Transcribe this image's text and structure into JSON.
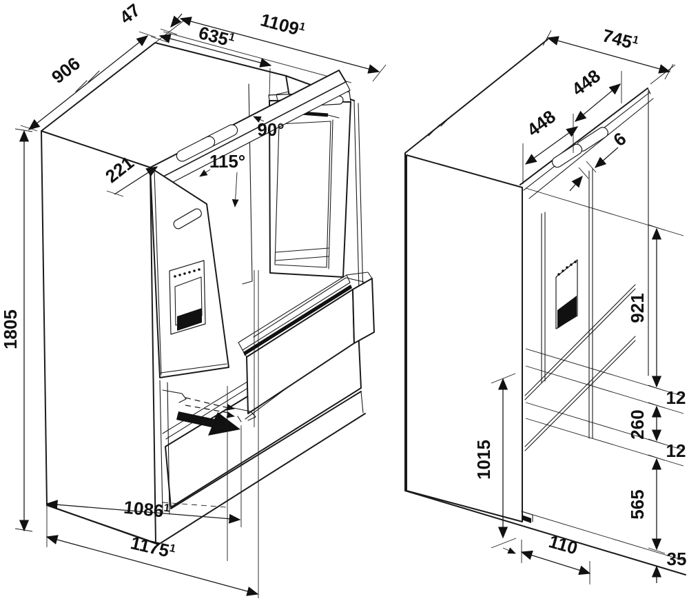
{
  "page": {
    "title": "Refrigerator installation dimension drawing",
    "background": "#ffffff",
    "line_color": "#1a1a1a",
    "views": [
      "front-isometric-open-doors",
      "side-isometric-at-wall"
    ]
  },
  "footnote_sup": "1",
  "left_view": {
    "d1805": "1805",
    "d906": "906",
    "d47": "47",
    "d635": "635",
    "d1109": "1109",
    "a90": "90°",
    "a115": "115°",
    "d221": "221",
    "d1086": "1086",
    "d1175": "1175"
  },
  "right_view": {
    "d745": "745",
    "d448a": "448",
    "d448b": "448",
    "d6": "6",
    "d921": "921",
    "d12a": "12",
    "d260": "260",
    "d12b": "12",
    "d565": "565",
    "d1015": "1015",
    "d110": "110",
    "d35": "35"
  }
}
